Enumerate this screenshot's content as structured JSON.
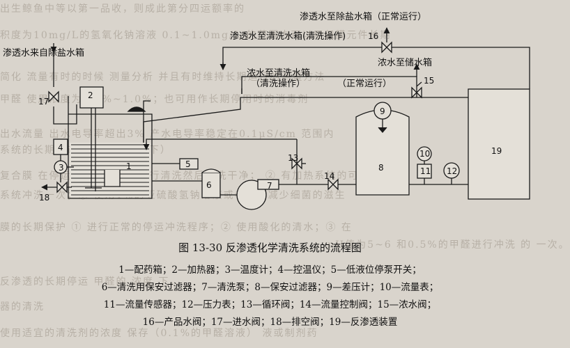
{
  "background_text": [
    "出生鲸鱼中等以第一品收，则成此第分四运额率的",
    "积度为10mg/L的氢氧化钠溶液 0.1~1.0mg/L 的范围内可以用但膜元件长期",
    "简化  流量有时的时候 测量分析  并且有时维持长期运行的测量方法",
    "甲醛    使用浓度为0.5%~1.0%；也可用作长期停用时的消毒剂",
    "出水流量 出水电导率超出3% 产水电导率稳定在0.1μS/cm 范围内",
    "系统的长期停运保护（30天以下）",
    "复合膜  在停运前先用清洗液进行清洗然后冲洗干净；  ② 有加热系统的可",
    "系统冲洗一次；③ 使用1%的亚硫酸氢钠溶液或者可以减少细菌的滋生",
    "膜的长期保护  ① 进行正常的停运冲洗程序；② 使用酸化的清水；③ 在",
    "pH值为5~6 和0.5%的甲醛进行冲洗   的 一次。",
    "反渗透的长期停运              甲醛的 浓度 下。",
    "器的清洗              ",
    "使用适宜的清洗剂的浓度 保存（0.1%的甲醛溶液）           液或制剂药"
  ],
  "diagram": {
    "labels": {
      "src": "渗透水来自除盐水箱",
      "to_desalt": "渗透水至除盐水箱（正常运行）",
      "to_clean_tank": "渗透水至清洗水箱(清洗操作)",
      "brine_to_clean": "浓水至清洗水箱",
      "brine_to_clean_sub": "（清洗操作）",
      "brine_to_store": "浓水至储水箱",
      "normal_op": "（正常运行）"
    },
    "numbers": [
      "1",
      "2",
      "3",
      "4",
      "5",
      "6",
      "7",
      "8",
      "9",
      "10",
      "11",
      "12",
      "13",
      "14",
      "15",
      "16",
      "17",
      "18",
      "19"
    ]
  },
  "figure": {
    "title": "图 13-30    反渗透化学清洗系统的流程图",
    "legend": [
      "1—配药箱；2—加热器；3—温度计；4—控温仪；5—低液位停泵开关；",
      "6—清洗用保安过滤器；7—清洗泵；8—保安过滤器；9—差压计；10—流量表；",
      "11—流量传感器；12—压力表；13—循环阀；14—流量控制阀；15—浓水阀；",
      "16—产品水阀；17—进水阀；18—排空阀；19—反渗透装置"
    ]
  }
}
